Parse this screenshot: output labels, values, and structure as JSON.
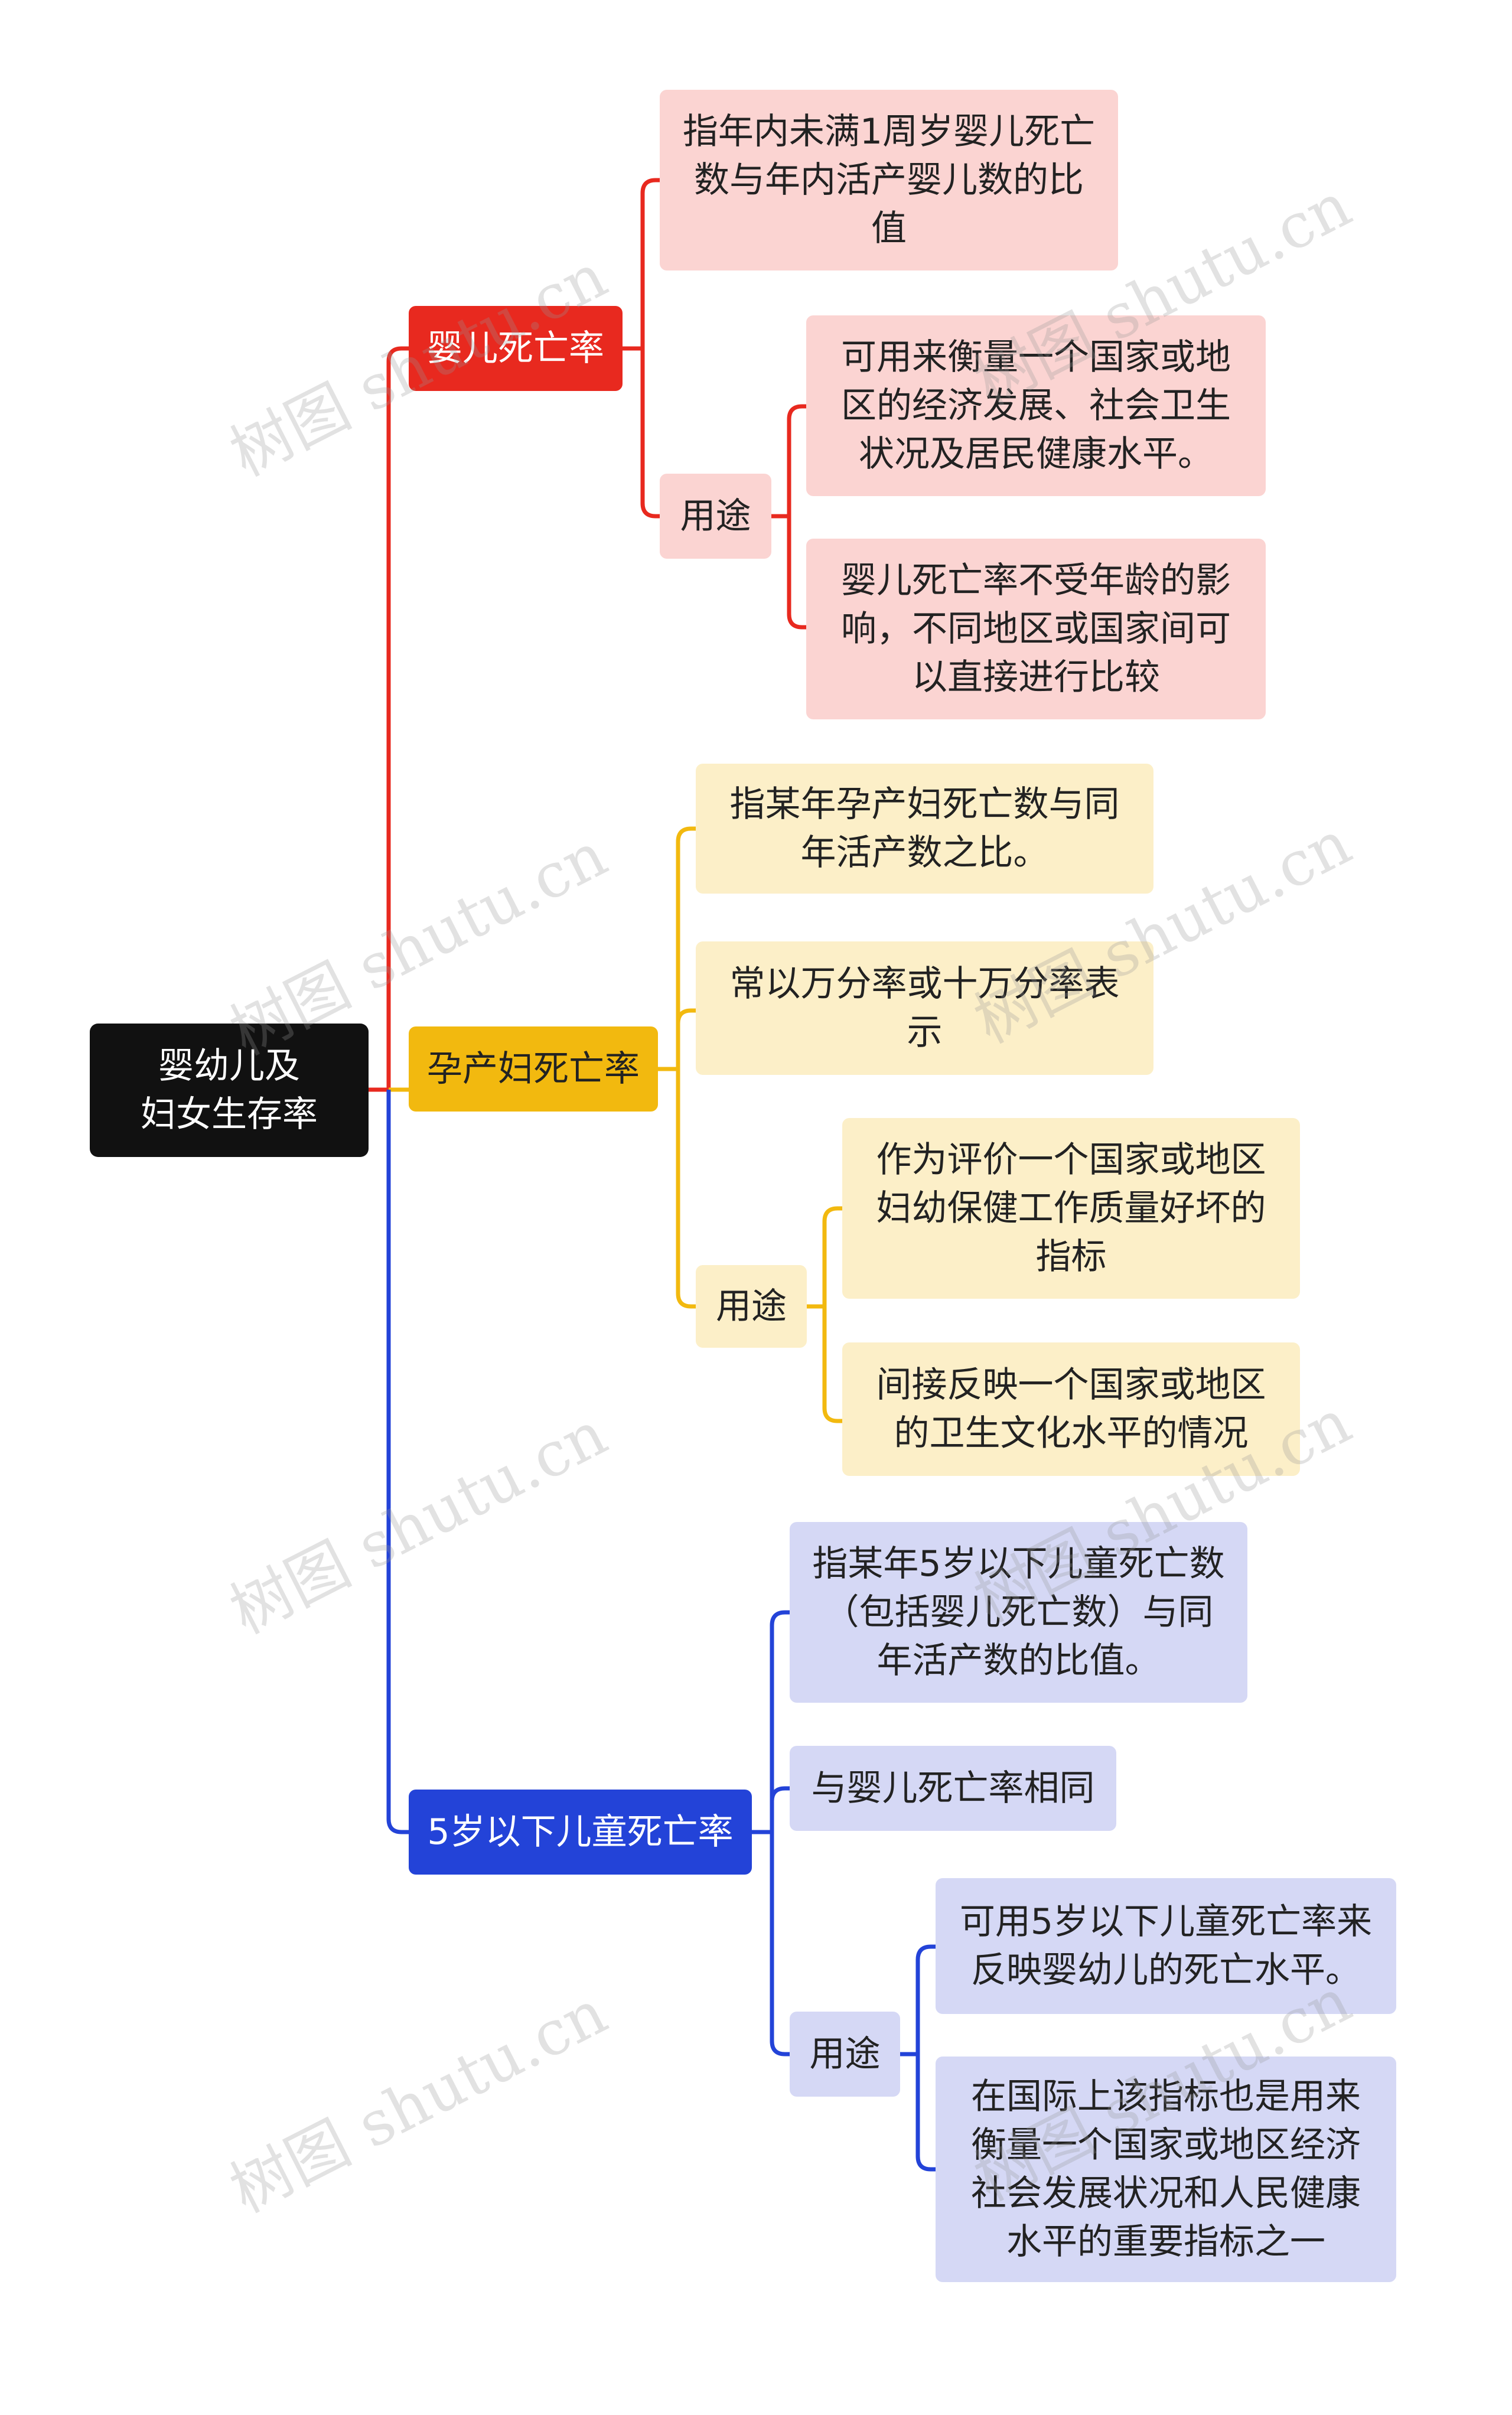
{
  "colors": {
    "red": "#e8291f",
    "yellow": "#f2b90f",
    "blue": "#2343d8",
    "root": "#111111"
  },
  "watermark": "树图 shutu.cn",
  "root": {
    "label": "婴幼儿及\n妇女生存率"
  },
  "branches": [
    {
      "label": "婴儿死亡率",
      "items": [
        {
          "text": "指年内未满1周岁婴儿死亡\n数与年内活产婴儿数的比\n值"
        },
        {
          "label": "用途",
          "items": [
            {
              "text": "可用来衡量一个国家或地\n区的经济发展、社会卫生\n状况及居民健康水平。"
            },
            {
              "text": "婴儿死亡率不受年龄的影\n响，不同地区或国家间可\n以直接进行比较"
            }
          ]
        }
      ]
    },
    {
      "label": "孕产妇死亡率",
      "items": [
        {
          "text": "指某年孕产妇死亡数与同\n年活产数之比。"
        },
        {
          "text": "常以万分率或十万分率表\n示"
        },
        {
          "label": "用途",
          "items": [
            {
              "text": "作为评价一个国家或地区\n妇幼保健工作质量好坏的\n指标"
            },
            {
              "text": "间接反映一个国家或地区\n的卫生文化水平的情况"
            }
          ]
        }
      ]
    },
    {
      "label": "5岁以下儿童死亡率",
      "items": [
        {
          "text": "指某年5岁以下儿童死亡数\n（包括婴儿死亡数）与同\n年活产数的比值。"
        },
        {
          "text": "与婴儿死亡率相同"
        },
        {
          "label": "用途",
          "items": [
            {
              "text": "可用5岁以下儿童死亡率来\n反映婴幼儿的死亡水平。"
            },
            {
              "text": "在国际上该指标也是用来\n衡量一个国家或地区经济\n社会发展状况和人民健康\n水平的重要指标之一"
            }
          ]
        }
      ]
    }
  ]
}
